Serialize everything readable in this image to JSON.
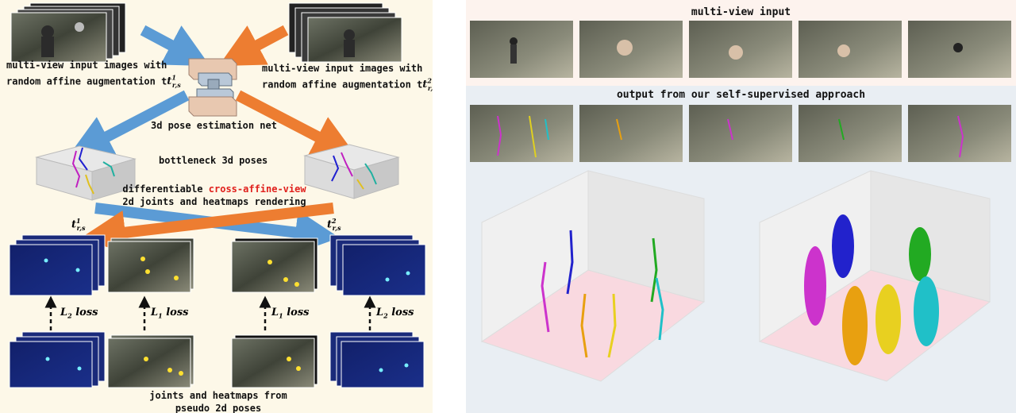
{
  "left": {
    "caption_input_left": [
      "multi-view input images with",
      "random affine augmentation t"
    ],
    "caption_input_right": [
      "multi-view input images with",
      "random affine augmentation t"
    ],
    "t1_sup": "1",
    "t2_sup": "2",
    "t_sub": "r,s",
    "net_label": "3d pose estimation net",
    "bottleneck_label": "bottleneck 3d poses",
    "render_line1_prefix": "differentiable ",
    "render_line1_highlight": "cross-affine-view",
    "render_line2": "2d joints and heatmaps rendering",
    "t_left": "t",
    "t_right": "t",
    "loss_l2_left": "L",
    "loss_sub2": "2",
    "loss_sub1": "1",
    "loss_word": " loss",
    "bottom_caption": [
      "joints and heatmaps from",
      "pseudo 2d poses"
    ]
  },
  "right": {
    "title_input": "multi-view input",
    "title_output": "output from our self-supervised approach"
  },
  "colors": {
    "left_bg": "#fdf8e8",
    "blue_arrow": "#5b9bd5",
    "orange_arrow": "#ed7d31",
    "highlight_red": "#e0201c",
    "input_band": "#fdf3ee",
    "output_band": "#e9eef3",
    "floor_pink": "#f9d9e0",
    "person_magenta": "#cc33cc",
    "person_blue": "#2222cc",
    "person_orange": "#e8a010",
    "person_yellow": "#e8d020",
    "person_green": "#22aa22",
    "person_cyan": "#20c0c8"
  }
}
